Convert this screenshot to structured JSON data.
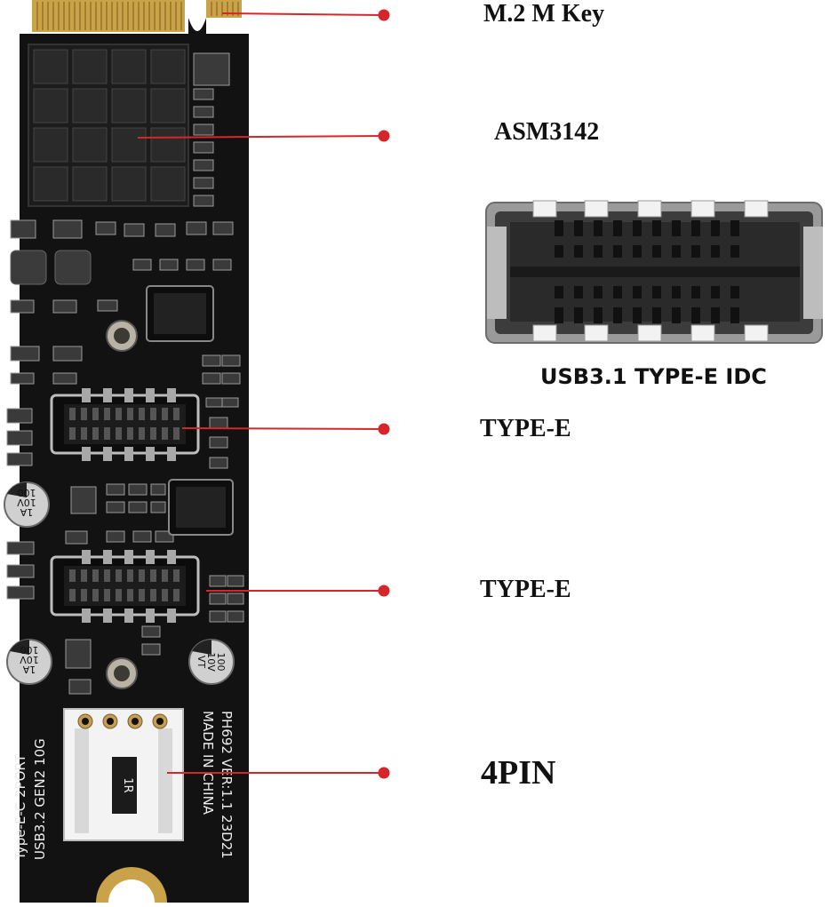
{
  "callouts": [
    {
      "id": "m2-key",
      "label": "M.2  M Key"
    },
    {
      "id": "asm3142",
      "label": "ASM3142"
    },
    {
      "id": "type-e-1",
      "label": "TYPE-E"
    },
    {
      "id": "type-e-2",
      "label": "TYPE-E"
    },
    {
      "id": "4pin",
      "label": "4PIN"
    }
  ],
  "idc": {
    "caption": "USB3.1 TYPE-E IDC"
  },
  "board": {
    "silk_line1": "PH692  VER:1.1  23D21",
    "silk_line2": "MADE IN CHINA",
    "silk_line3": "USB3.2 GEN2 10G",
    "silk_line4": "Type-E-C 2PORT",
    "cap1_line1": "1A",
    "cap1_line2": "10V",
    "cap1_line3": "100",
    "cap2_line1": "1A",
    "cap2_line2": "10V",
    "cap2_line3": "100",
    "cap3_line1": "100",
    "cap3_line2": "10V",
    "cap3_line3": "VT",
    "chip_mark": "1R"
  },
  "colors": {
    "pcb": "#121212",
    "gold": "#c9a24a",
    "leader": "#d7262a",
    "heatsink": "#2a2a2a"
  }
}
